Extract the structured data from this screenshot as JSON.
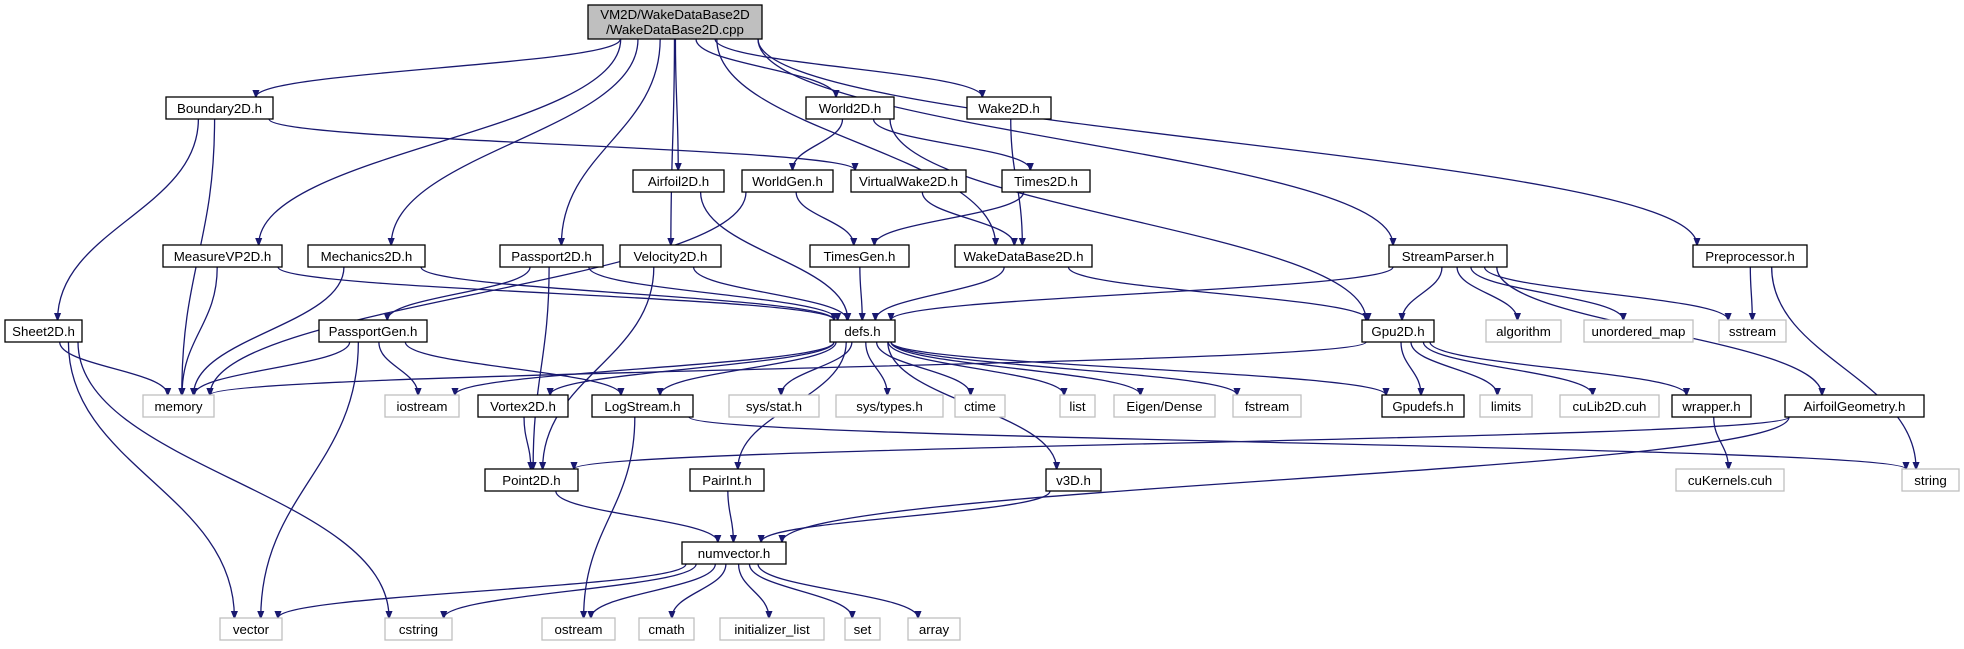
{
  "diagram": {
    "type": "include-dependency-graph",
    "edge_color": "#191970",
    "external_border_color": "#bfbfbf",
    "root_fill": "#bfbfbf",
    "root": {
      "line1": "VM2D/WakeDataBase2D",
      "line2": "/WakeDataBase2D.cpp"
    },
    "nodes": {
      "boundary2d": "Boundary2D.h",
      "world2d": "World2D.h",
      "wake2d": "Wake2D.h",
      "airfoil2d": "Airfoil2D.h",
      "worldgen": "WorldGen.h",
      "virtualwake2d": "VirtualWake2D.h",
      "times2d": "Times2D.h",
      "measurevp2d": "MeasureVP2D.h",
      "mechanics2d": "Mechanics2D.h",
      "passport2d": "Passport2D.h",
      "velocity2d": "Velocity2D.h",
      "timesgen": "TimesGen.h",
      "wakedatabase2d": "WakeDataBase2D.h",
      "streamparser": "StreamParser.h",
      "preprocessor": "Preprocessor.h",
      "sheet2d": "Sheet2D.h",
      "passportgen": "PassportGen.h",
      "defs": "defs.h",
      "gpu2d": "Gpu2D.h",
      "algorithm": "algorithm",
      "unordered_map": "unordered_map",
      "sstream": "sstream",
      "memory": "memory",
      "iostream": "iostream",
      "vortex2d": "Vortex2D.h",
      "logstream": "LogStream.h",
      "sysstat": "sys/stat.h",
      "systypes": "sys/types.h",
      "ctime": "ctime",
      "list": "list",
      "eigendense": "Eigen/Dense",
      "fstream": "fstream",
      "gpudefs": "Gpudefs.h",
      "limits": "limits",
      "culib2d": "cuLib2D.cuh",
      "wrapper": "wrapper.h",
      "airfoilgeometry": "AirfoilGeometry.h",
      "point2d": "Point2D.h",
      "pairint": "PairInt.h",
      "v3d": "v3D.h",
      "cukernels": "cuKernels.cuh",
      "string": "string",
      "numvector": "numvector.h",
      "vector": "vector",
      "cstring": "cstring",
      "ostream": "ostream",
      "cmath": "cmath",
      "initializer_list": "initializer_list",
      "set": "set",
      "array": "array"
    }
  }
}
